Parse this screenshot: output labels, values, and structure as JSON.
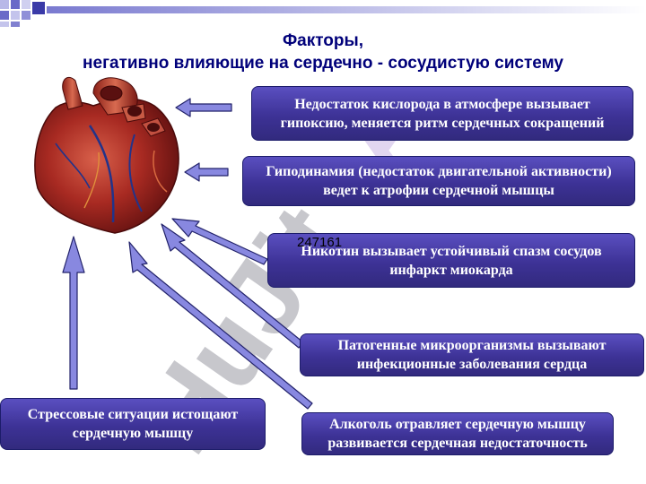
{
  "title": {
    "line1": "Факторы,",
    "line2": "негативно влияющие на сердечно - сосудистую систему"
  },
  "factors": [
    {
      "line1": "Недостаток кислорода в атмосфере вызывает",
      "line2": "гипоксию, меняется  ритм сердечных сокращений"
    },
    {
      "line1": "Гиподинамия (недостаток двигательной активности)",
      "line2": "ведет к атрофии сердечной мышцы"
    },
    {
      "line1": "Никотин вызывает устойчивый спазм сосудов",
      "line2": "инфаркт миокарда"
    },
    {
      "line1": "Патогенные микроорганизмы вызывают",
      "line2": "инфекционные заболевания сердца"
    },
    {
      "line1": "Стрессовые ситуации истощают",
      "line2": "сердечную мышцу"
    },
    {
      "line1": "Алкоголь отравляет сердечную мышцу",
      "line2": "развивается сердечная недостаточность"
    }
  ],
  "code_label": "247161",
  "colors": {
    "title": "#00007a",
    "box_top": "#5a4fc0",
    "box_bottom": "#322a7e",
    "arrow_fill": "#8888e0",
    "arrow_stroke": "#22226a"
  },
  "heart_icon": "anatomical-heart-image"
}
